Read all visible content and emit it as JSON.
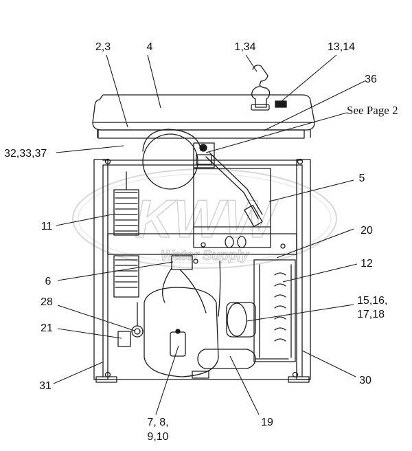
{
  "diagram": {
    "watermark": "KWW",
    "watermark_sub": "Water Supply",
    "callouts": {
      "c_2_3": "2,3",
      "c_4": "4",
      "c_1_34": "1,34",
      "c_13_14": "13,14",
      "c_36": "36",
      "c_see_page_2": "See Page 2",
      "c_32_33_37": "32,33,37",
      "c_5": "5",
      "c_11": "11",
      "c_20": "20",
      "c_12": "12",
      "c_6": "6",
      "c_15_16_line1": "15,16,",
      "c_15_16_line2": "17,18",
      "c_28": "28",
      "c_21": "21",
      "c_31": "31",
      "c_30": "30",
      "c_7_8_line1": "7, 8,",
      "c_7_8_line2": "9,10",
      "c_19": "19"
    }
  }
}
